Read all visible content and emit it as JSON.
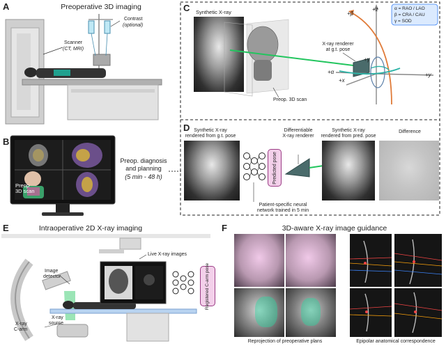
{
  "panels": {
    "A": {
      "letter": "A",
      "title": "Preoperative 3D imaging",
      "contrast_label": "Contrast",
      "contrast_sub": "(optional)",
      "scanner_label": "Scanner",
      "scanner_sub": "(CT, MRI)"
    },
    "B": {
      "letter": "B",
      "diag_line1": "Preop. diagnosis",
      "diag_line2": "and planning",
      "diag_time": "(5 min - 48 h)",
      "scan_label1": "Preop",
      "scan_label2": "3D scan"
    },
    "C": {
      "letter": "C",
      "synthetic_label": "Synthetic X-ray",
      "renderer_line1": "X-ray renderer",
      "renderer_line2": "at g.t. pose",
      "scan_label": "Preop. 3D scan",
      "legend": [
        "α = RAO / LAO",
        "β = CRA / CAU",
        "γ = SOD"
      ],
      "axes": {
        "beta": "+β",
        "z": "+z",
        "gamma": "+γ",
        "alpha": "+α",
        "x": "+x",
        "y": "+y"
      }
    },
    "D": {
      "letter": "D",
      "gt_line1": "Synthetic X-ray",
      "gt_line2": "rendered from g.t. pose",
      "diff_renderer_line1": "Differentiable",
      "diff_renderer_line2": "X-ray renderer",
      "pred_line1": "Synthetic X-ray",
      "pred_line2": "rendered from pred. pose",
      "difference": "Difference",
      "predicted_pose": "Predicted pose",
      "network_line1": "Patient-specific neural",
      "network_line2": "network trained in 5 min"
    },
    "E": {
      "letter": "E",
      "title": "Intraoperative 2D X-ray imaging",
      "live_label": "Live X-ray images",
      "detector_line1": "Image",
      "detector_line2": "detector",
      "source_line1": "X-ray",
      "source_line2": "source",
      "carm_line1": "X-ray",
      "carm_line2": "C-arm",
      "registered_pose": "Registered C-arm pose"
    },
    "F": {
      "letter": "F",
      "title": "3D-aware X-ray image guidance",
      "reproj_caption": "Reprojection of preoperative plans",
      "epipolar_caption": "Epipolar anatomical correspondence"
    }
  },
  "colors": {
    "pink_box_fill": "#f3d0ea",
    "pink_box_border": "#9b3d86",
    "green_ray": "#22c55e",
    "axis_orange": "#e07b39",
    "axis_teal": "#2bb3a6",
    "legend_fill": "#dbeafe",
    "legend_border": "#3b82f6"
  }
}
